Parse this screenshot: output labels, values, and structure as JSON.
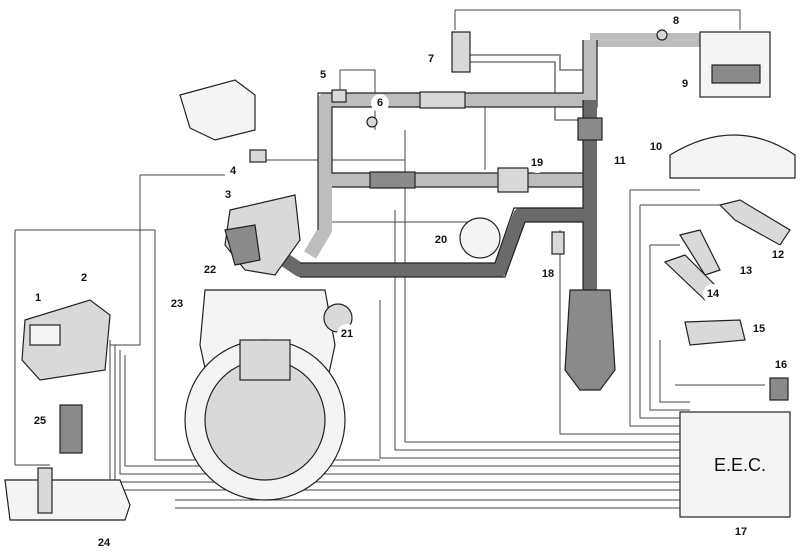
{
  "diagram": {
    "eec_label": "E.E.C.",
    "callouts": [
      "1",
      "2",
      "3",
      "4",
      "5",
      "6",
      "7",
      "8",
      "9",
      "10",
      "11",
      "12",
      "13",
      "14",
      "15",
      "16",
      "17",
      "18",
      "19",
      "20",
      "21",
      "22",
      "23",
      "24",
      "25"
    ]
  }
}
